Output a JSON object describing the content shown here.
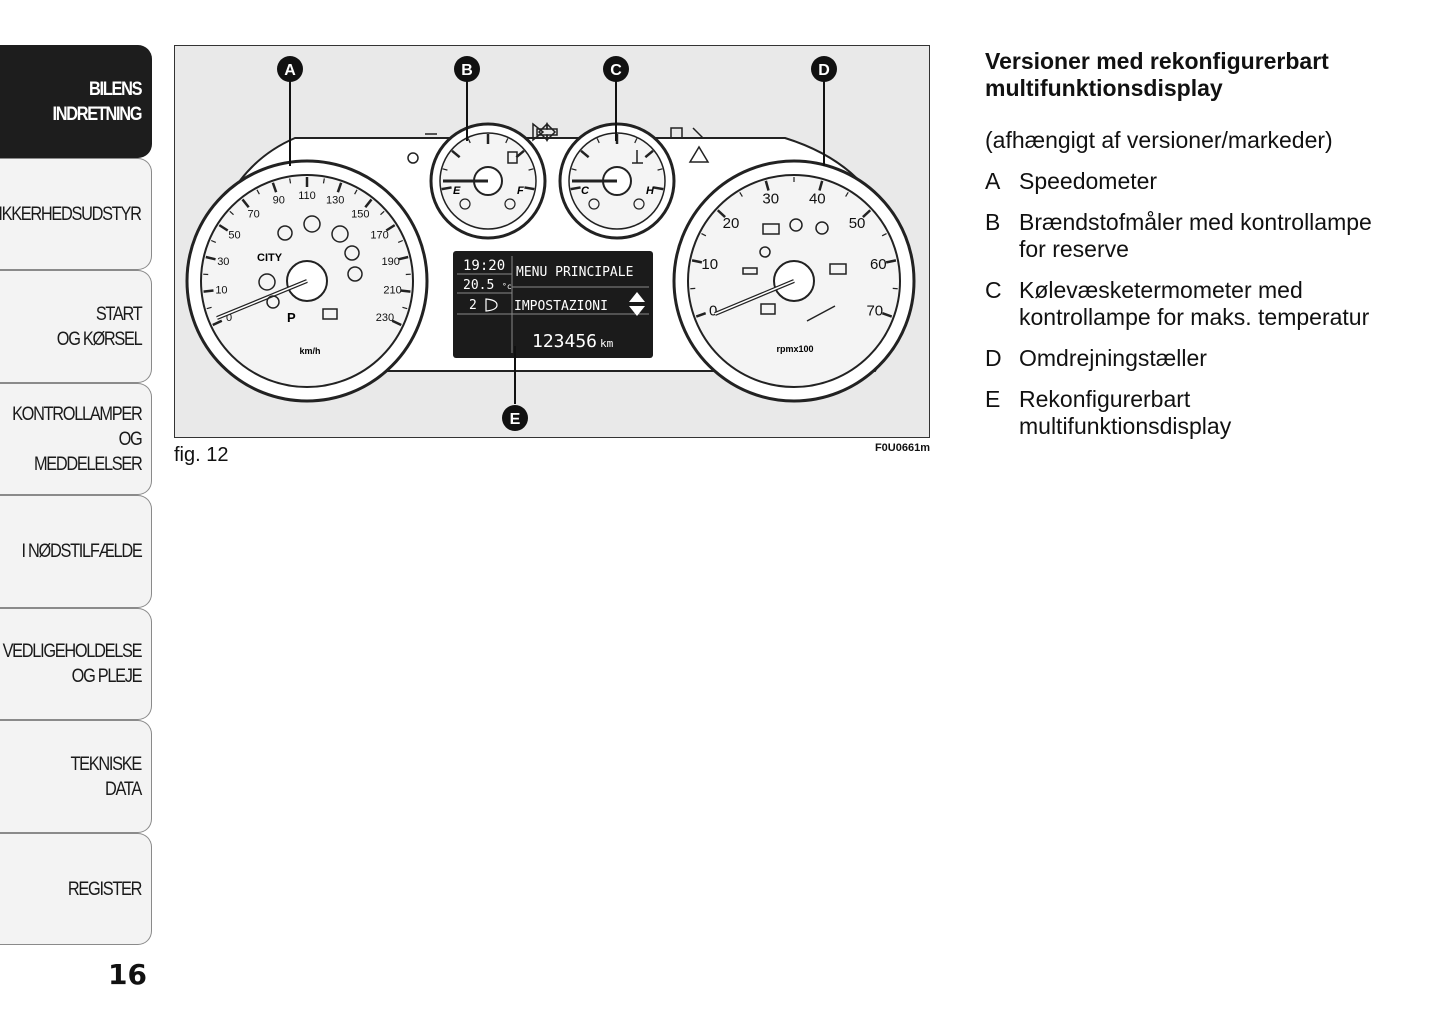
{
  "sidebar": {
    "tabs": [
      {
        "label": "BILENS\nINDRETNING",
        "active": true
      },
      {
        "label": "SIKKERHEDSUDSTYR",
        "active": false
      },
      {
        "label": "START\nOG KØRSEL",
        "active": false
      },
      {
        "label": "KONTROLLAMPER\nOG MEDDELELSER",
        "active": false
      },
      {
        "label": "I NØDSTILFÆLDE",
        "active": false
      },
      {
        "label": "VEDLIGEHOLDELSE\nOG PLEJE",
        "active": false
      },
      {
        "label": "TEKNISKE\nDATA",
        "active": false
      },
      {
        "label": "REGISTER",
        "active": false
      }
    ]
  },
  "page_number": "16",
  "figure": {
    "caption": "fig. 12",
    "code": "F0U0661m",
    "callouts": [
      "A",
      "B",
      "C",
      "D",
      "E"
    ],
    "speedometer": {
      "ticks": [
        "10",
        "30",
        "50",
        "70",
        "90",
        "110",
        "130",
        "150",
        "170",
        "190",
        "210",
        "230"
      ],
      "zero": "0",
      "unit": "km/h",
      "city_label": "CITY"
    },
    "tachometer": {
      "ticks": [
        "0",
        "10",
        "20",
        "30",
        "40",
        "50",
        "60",
        "70"
      ],
      "unit": "rpmx100"
    },
    "fuel_gauge": {
      "left": "E",
      "right": "F"
    },
    "temp_gauge": {
      "left": "C",
      "right": "H"
    },
    "display": {
      "time": "19:20",
      "temp": "20.5",
      "temp_unit": "°c",
      "light_level": "2",
      "menu_title": "MENU PRINCIPALE",
      "menu_item": "IMPOSTAZIONI",
      "odometer": "123456",
      "odometer_unit": "km"
    }
  },
  "content": {
    "heading": "Versioner med rekonfigurerbart multifunktionsdisplay",
    "subheading": "(afhængigt af versioner/markeder)",
    "items": [
      {
        "key": "A",
        "text": "Speedometer"
      },
      {
        "key": "B",
        "text": "Brændstofmåler med kontrollampe for reserve"
      },
      {
        "key": "C",
        "text": "Kølevæsketermometer med kontrollampe for maks. temperatur"
      },
      {
        "key": "D",
        "text": "Omdrejningstæller"
      },
      {
        "key": "E",
        "text": "Rekonfigurerbart multifunktionsdisplay"
      }
    ]
  }
}
